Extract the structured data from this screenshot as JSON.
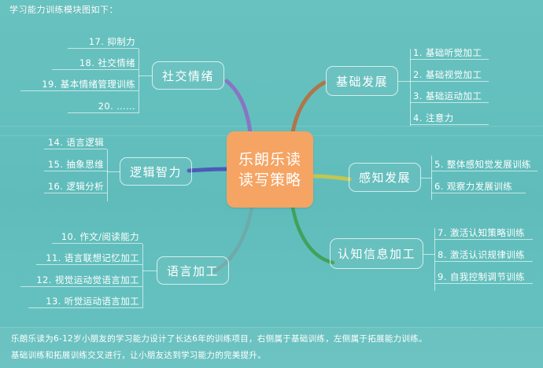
{
  "caption": "学习能力训练模块图如下：",
  "center": {
    "line1": "乐朗乐读",
    "line2": "读写策略",
    "color": "#f5a463"
  },
  "colors": {
    "background": "#63bfbd",
    "center_fill": "#f5a463",
    "text": "#ffffff",
    "link_social": "#8b6fc4",
    "link_logic": "#4a52b5",
    "link_language": "#6fa8a8",
    "link_basic": "#b5703f",
    "link_perception": "#c8c84a",
    "link_cognition": "#3f9e52"
  },
  "branches": [
    {
      "id": "social-emotion",
      "label": "社交情绪",
      "side": "left",
      "link_color": "#8b6fc4",
      "leaves": [
        "17. 抑制力",
        "18. 社交情绪",
        "19. 基本情绪管理训练",
        "20. ……"
      ]
    },
    {
      "id": "logic-intelligence",
      "label": "逻辑智力",
      "side": "left",
      "link_color": "#4a52b5",
      "leaves": [
        "14. 语言逻辑",
        "15. 抽象思维",
        "16. 逻辑分析"
      ]
    },
    {
      "id": "language-processing",
      "label": "语言加工",
      "side": "left",
      "link_color": "#6fa8a8",
      "leaves": [
        "10. 作文/阅读能力",
        "11. 语言联想记忆加工",
        "12. 视觉运动觉语言加工",
        "13. 听觉运动语言加工"
      ]
    },
    {
      "id": "basic-development",
      "label": "基础发展",
      "side": "right",
      "link_color": "#b5703f",
      "leaves": [
        "1. 基础听觉加工",
        "2. 基础视觉加工",
        "3. 基础运动加工",
        "4. 注意力"
      ]
    },
    {
      "id": "perception-development",
      "label": "感知发展",
      "side": "right",
      "link_color": "#c8c84a",
      "leaves": [
        "5. 整体感知觉发展训练",
        "6. 观察力发展训练"
      ]
    },
    {
      "id": "cognitive-information-processing",
      "label": "认知信息加工",
      "side": "right",
      "link_color": "#3f9e52",
      "leaves": [
        "7. 激活认知策略训练",
        "8. 激活认识规律训练",
        "9. 自我控制调节训练"
      ]
    }
  ],
  "footer": {
    "line1": "乐朗乐读为6-12岁小朋友的学习能力设计了长达6年的训练项目，右侧属于基础训练，左侧属于拓展能力训练。",
    "line2": "基础训练和拓展训练交叉进行，让小朋友达到学习能力的完美提升。"
  }
}
